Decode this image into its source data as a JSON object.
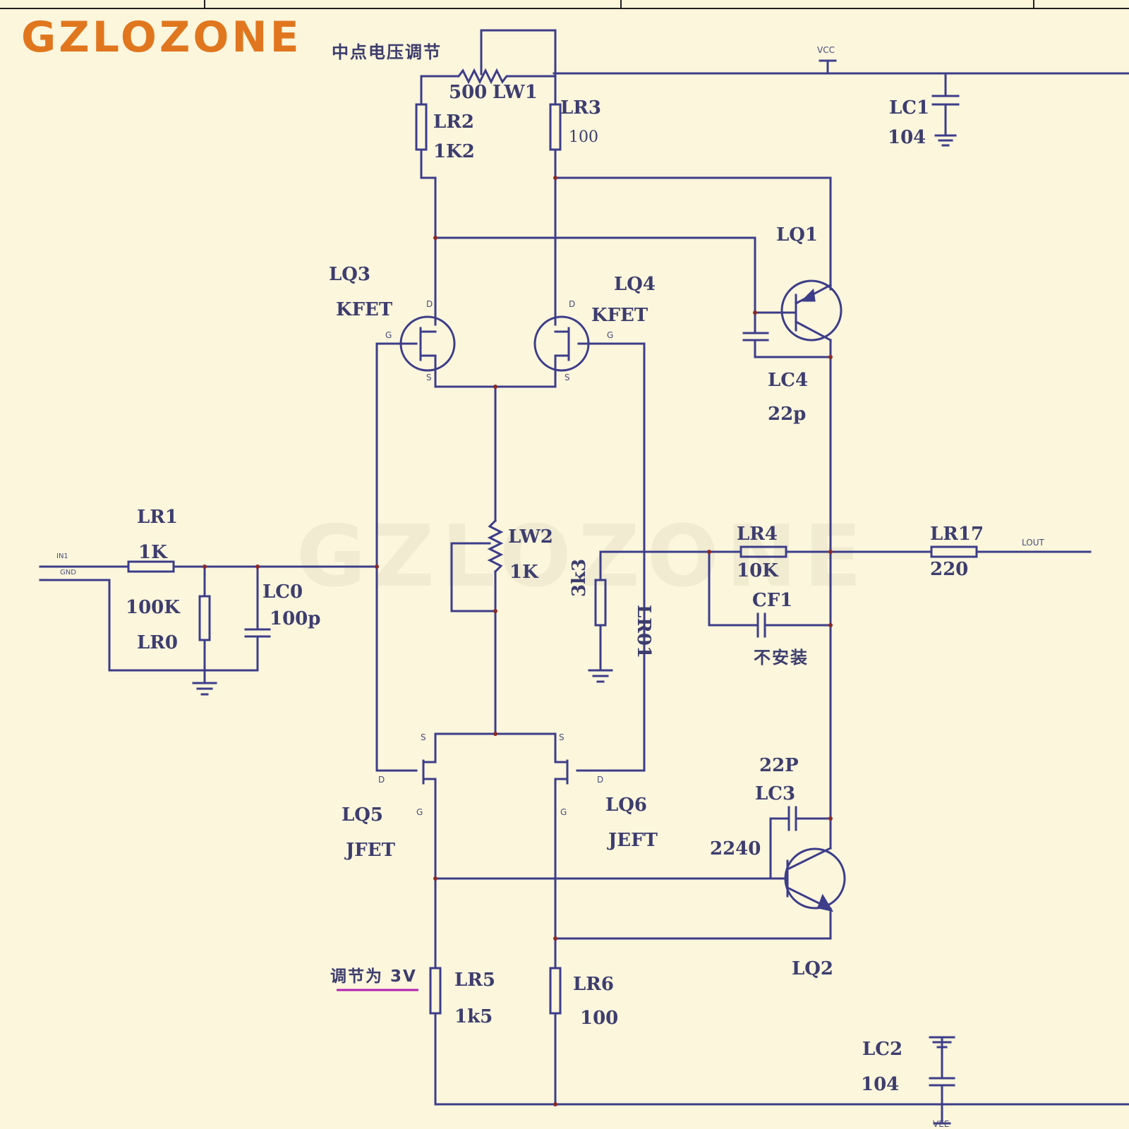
{
  "brand": "GZLOZONE",
  "watermark": "GZLOZONE",
  "colors": {
    "wire": "#3d3d8a",
    "brand": "#e0771f",
    "background": "#fbf6dc",
    "underline": "#b020b0"
  },
  "notes": {
    "midpoint_adjust": "中点电压调节",
    "adjust_to_3v": "调节为 3V",
    "not_installed": "不安装"
  },
  "nets": {
    "vcc": "VCC",
    "vee": "VEE",
    "in": "IN1",
    "gnd": "GND",
    "out": "LOUT"
  },
  "components": {
    "LW1": {
      "ref": "LW1",
      "value": "500"
    },
    "LR2": {
      "ref": "LR2",
      "value": "1K2"
    },
    "LR3": {
      "ref": "LR3",
      "value": "100"
    },
    "LC1": {
      "ref": "LC1",
      "value": "104"
    },
    "LQ1": {
      "ref": "LQ1"
    },
    "LQ3": {
      "ref": "LQ3",
      "type": "KFET"
    },
    "LQ4": {
      "ref": "LQ4",
      "type": "KFET"
    },
    "LC4": {
      "ref": "LC4",
      "value": "22p"
    },
    "LR1": {
      "ref": "LR1",
      "value": "1K"
    },
    "LR0": {
      "ref": "LR0",
      "value": "100K"
    },
    "LC0": {
      "ref": "LC0",
      "value": "100p"
    },
    "LW2": {
      "ref": "LW2",
      "value": "1K"
    },
    "LR01": {
      "ref": "LR01",
      "value": "3k3"
    },
    "LR4": {
      "ref": "LR4",
      "value": "10K"
    },
    "CF1": {
      "ref": "CF1"
    },
    "LR17": {
      "ref": "LR17",
      "value": "220"
    },
    "LC3": {
      "ref": "LC3",
      "value": "22P"
    },
    "LQ2": {
      "ref": "LQ2",
      "part": "2240"
    },
    "LQ5": {
      "ref": "LQ5",
      "type": "JFET"
    },
    "LQ6": {
      "ref": "LQ6",
      "type": "JEFT"
    },
    "LR5": {
      "ref": "LR5",
      "value": "1k5"
    },
    "LR6": {
      "ref": "LR6",
      "value": "100"
    },
    "LC2": {
      "ref": "LC2",
      "value": "104"
    }
  },
  "pins": {
    "d": "D",
    "g": "G",
    "s": "S"
  }
}
